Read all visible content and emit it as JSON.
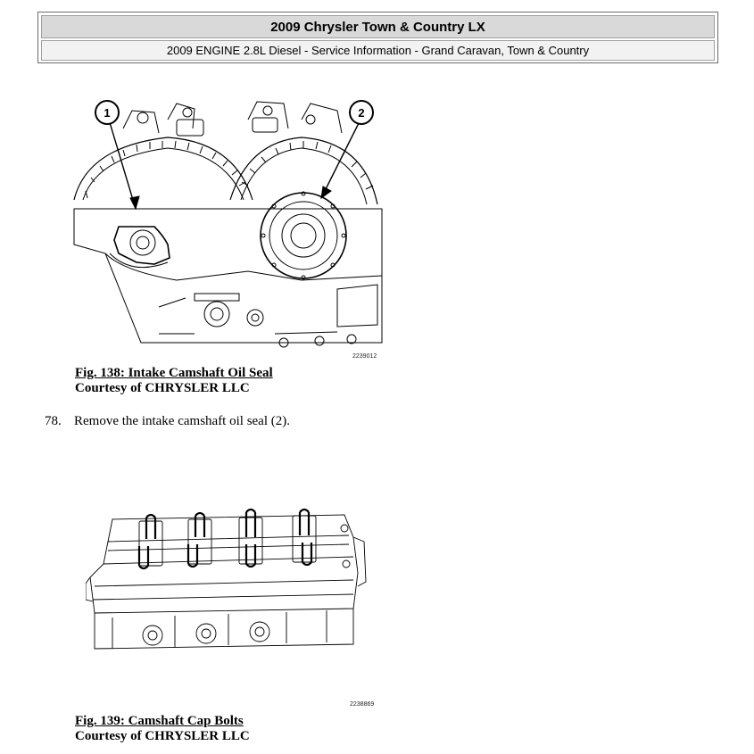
{
  "header": {
    "title": "2009 Chrysler Town & Country LX",
    "subtitle": "2009 ENGINE 2.8L Diesel - Service Information - Grand Caravan, Town & Country"
  },
  "figure1": {
    "callouts": [
      "1",
      "2"
    ],
    "image_id": "2239012",
    "caption_title": "Fig. 138: Intake Camshaft Oil Seal",
    "caption_credit": "Courtesy of CHRYSLER LLC"
  },
  "step": {
    "number": "78.",
    "text": "Remove the intake camshaft oil seal (2)."
  },
  "figure2": {
    "image_id": "2238869",
    "caption_title": "Fig. 139: Camshaft Cap Bolts",
    "caption_credit": "Courtesy of CHRYSLER LLC"
  }
}
